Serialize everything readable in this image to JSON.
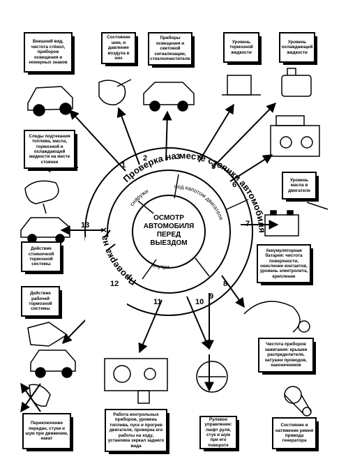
{
  "center": {
    "line1": "ОСМОТР",
    "line2": "АВТОМОБИЛЯ",
    "line3": "ПЕРЕД",
    "line4": "ВЫЕЗДОМ"
  },
  "ring": {
    "outer_parking": "Проверка на месте стоянки автомобиля",
    "outer_moving": "Проверка на ходу",
    "inner_outside": "снаружи",
    "inner_hood": "под капотом двигателя",
    "inner_inside": "внутри"
  },
  "numbers": [
    "1",
    "2",
    "3",
    "4",
    "5",
    "6",
    "7",
    "8",
    "9",
    "10",
    "11",
    "12",
    "13"
  ],
  "boxes": {
    "b1": "Внешний вид, чистота стёкол, приборов освещения и номерных знаков",
    "b2": "Состояние шин, и давление воздуха в них",
    "b3": "Приборы освещения и световой сигнализации, стеклоочистители",
    "b4": "Уровень тормозной жидкости",
    "b5": "Уровень охлаждающей жидкости",
    "b6": "Следы подтекания топлива, масла, тормозной и охлаждающей жидкости на месте стоянки",
    "b7": "Уровень масла в двигателе",
    "b8": "Действие стояночной тормозной системы",
    "b9": "Аккумуляторная батарея: чистота поверхности, окисление контактов, уровень электролита, крепление",
    "b10": "Действие рабочей тормозной системы",
    "b11": "Чистота приборов зажигания: крышки распределителя, катушки проводов, наконечников",
    "b12": "Переключение передач, стуки и шум при движении, накат",
    "b13": "Работа контрольных приборов, уровень топлива, пуск и прогрев двигателя, проверка его работы на ходу, установка зеркал заднего вида",
    "b14": "Рулевое управление: люфт руля, стук и шум при его повороте",
    "b15": "Состояние и натяжение ремня привода генератора"
  }
}
